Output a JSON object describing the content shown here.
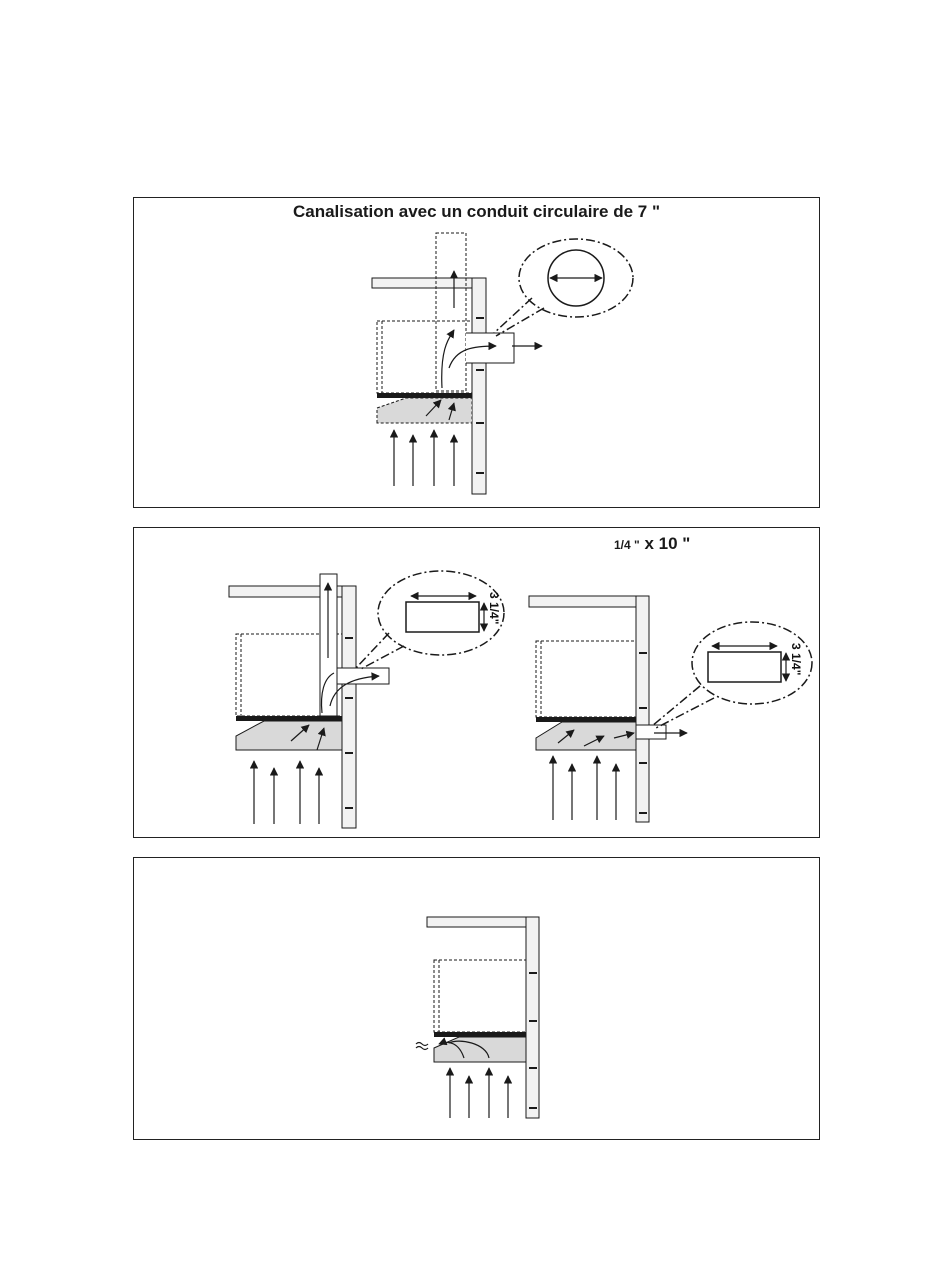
{
  "panel1": {
    "title": "Canalisation avec un conduit circulaire de 7 \""
  },
  "panel2": {
    "duct_label_small": "1/4 \"",
    "duct_label_big": " x 10 \"",
    "left_dimension": "3 1/4\"",
    "right_dimension": "3 1/4\""
  },
  "panel3": {},
  "colors": {
    "line": "#1a1a1a",
    "hood_fill": "#d9d9d9",
    "cabinet_fill": "#eeeeee",
    "wall_fill": "#f2f2f2"
  }
}
